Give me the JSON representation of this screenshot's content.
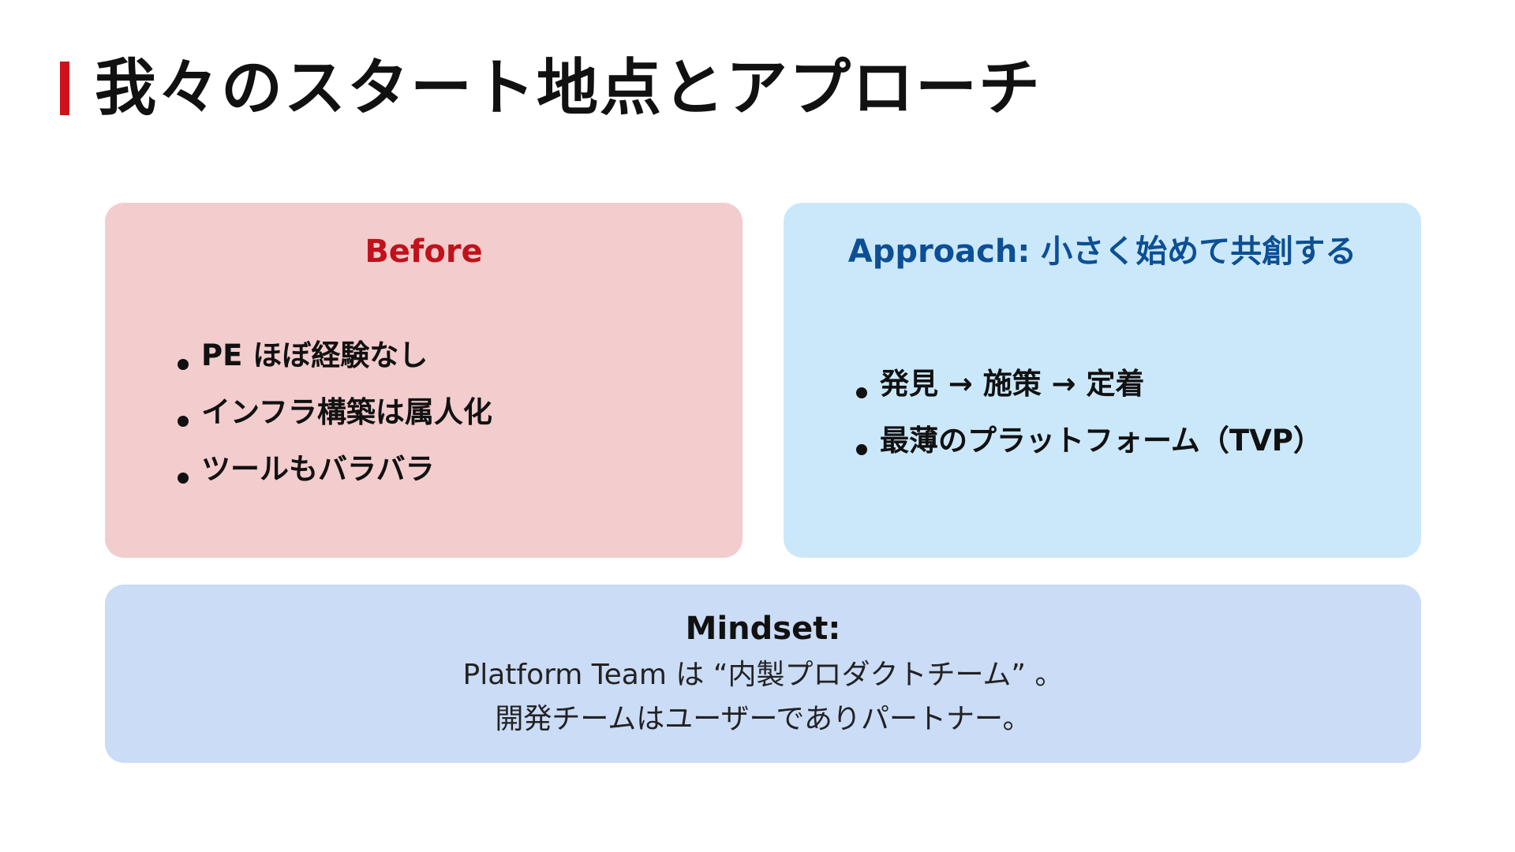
{
  "slide": {
    "title": "我々のスタート地点とアプローチ",
    "accent_color": "#d0111b"
  },
  "before": {
    "heading": "Before",
    "heading_color": "#c0121b",
    "background": "#f3cccd",
    "bullets": [
      "PE ほぼ経験なし",
      "インフラ構築は属人化",
      "ツールもバラバラ"
    ]
  },
  "approach": {
    "heading": "Approach: 小さく始めて共創する",
    "heading_color": "#0c4f94",
    "background": "#cbe8fb",
    "bullets": [
      "発見 → 施策 → 定着",
      "最薄のプラットフォーム（TVP）"
    ]
  },
  "mindset": {
    "heading": "Mindset:",
    "background": "#cbdcf6",
    "lines": [
      "Platform Team は “内製プロダクトチーム” 。",
      "開発チームはユーザーでありパートナー。"
    ]
  }
}
